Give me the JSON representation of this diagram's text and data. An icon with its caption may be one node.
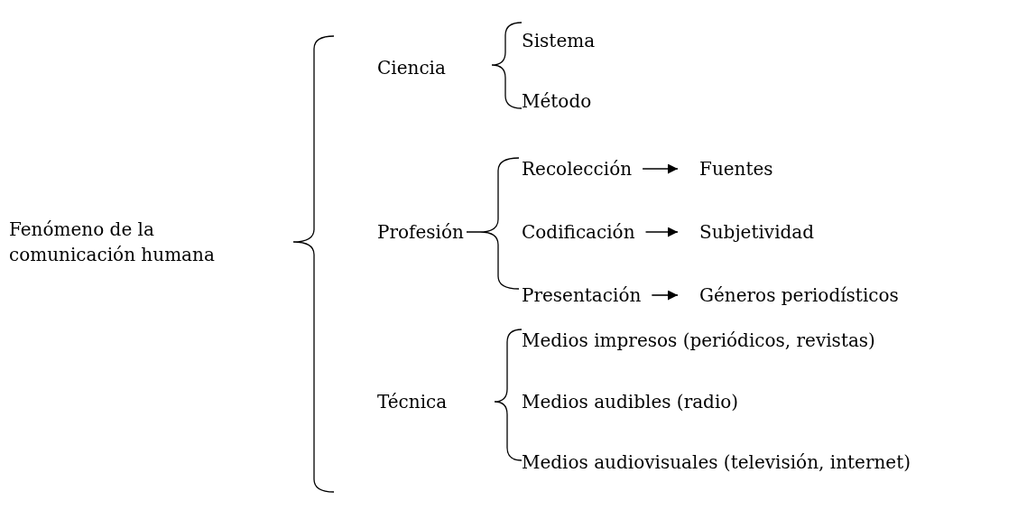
{
  "diagram": {
    "nodes": [
      {
        "text": [
          "Recolección"
        ]
      },
      {
        "text": [
          "Fuentes"
        ]
      },
      {
        "text": [
          "Codificación"
        ]
      },
      {
        "text": [
          "Subjetividad"
        ]
      },
      {
        "text": [
          "Presentación"
        ]
      },
      {
        "text": [
          "Géneros periodísticos"
        ]
      }
    ],
    "edges": [
      {
        "from": 0,
        "to": 1,
        "arrow": "to"
      },
      {
        "from": 2,
        "to": 3,
        "arrow": "to"
      },
      {
        "from": 4,
        "to": 5,
        "arrow": "to"
      }
    ],
    "labels": [
      "Fenómeno de la comunicación humana",
      "Ciencia",
      "Sistema",
      "Método",
      "Profesión",
      "Técnica",
      "Medios impresos (periódicos, revistas)",
      "Medios audibles (radio)",
      "Medios audiovisuales (televisión, internet)"
    ]
  }
}
